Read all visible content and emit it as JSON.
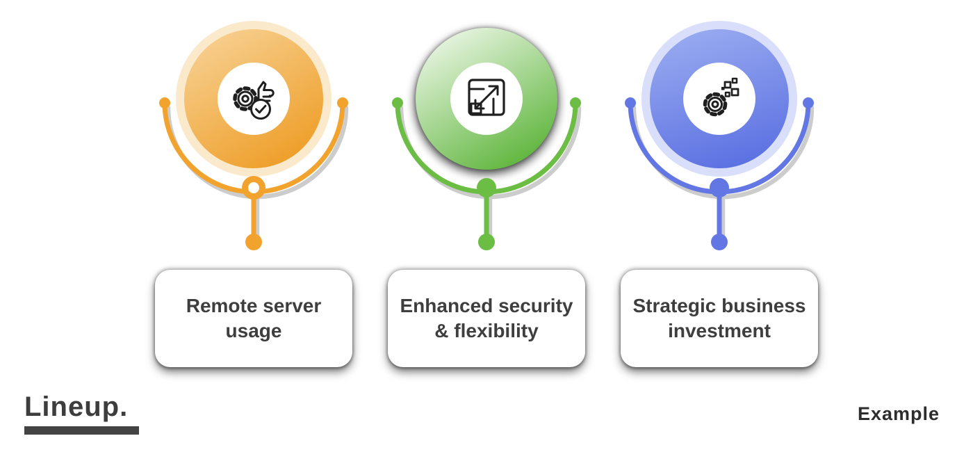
{
  "page": {
    "background": "#ffffff"
  },
  "columns": [
    {
      "label": "Remote server usage",
      "label_line1": "Remote server",
      "label_line2": "usage",
      "icon": "gear-thumbs-up-check-icon",
      "colors": {
        "accent": "#F2A32E",
        "gradient_light": "#F7D194",
        "gradient_dark": "#EE9D26",
        "halo": "#FAE5C2"
      }
    },
    {
      "label": "Enhanced security & flexibility",
      "label_line1": "Enhanced security",
      "label_line2": "& flexibility",
      "icon": "expand-arrows-square-icon",
      "colors": {
        "accent": "#6BBD44",
        "gradient_light": "#EFF8EA",
        "gradient_dark": "#5CB439",
        "halo": "#FFFFFF"
      }
    },
    {
      "label": "Strategic business investment",
      "label_line1": "Strategic business",
      "label_line2": "investment",
      "icon": "gear-pixels-icon",
      "colors": {
        "accent": "#6377E4",
        "gradient_light": "#98AAF0",
        "gradient_dark": "#5C71E2",
        "halo": "#D5DCFA"
      }
    }
  ],
  "footer": {
    "brand": "Lineup.",
    "watermark": "Example"
  },
  "text_color": "#3E3E3E"
}
